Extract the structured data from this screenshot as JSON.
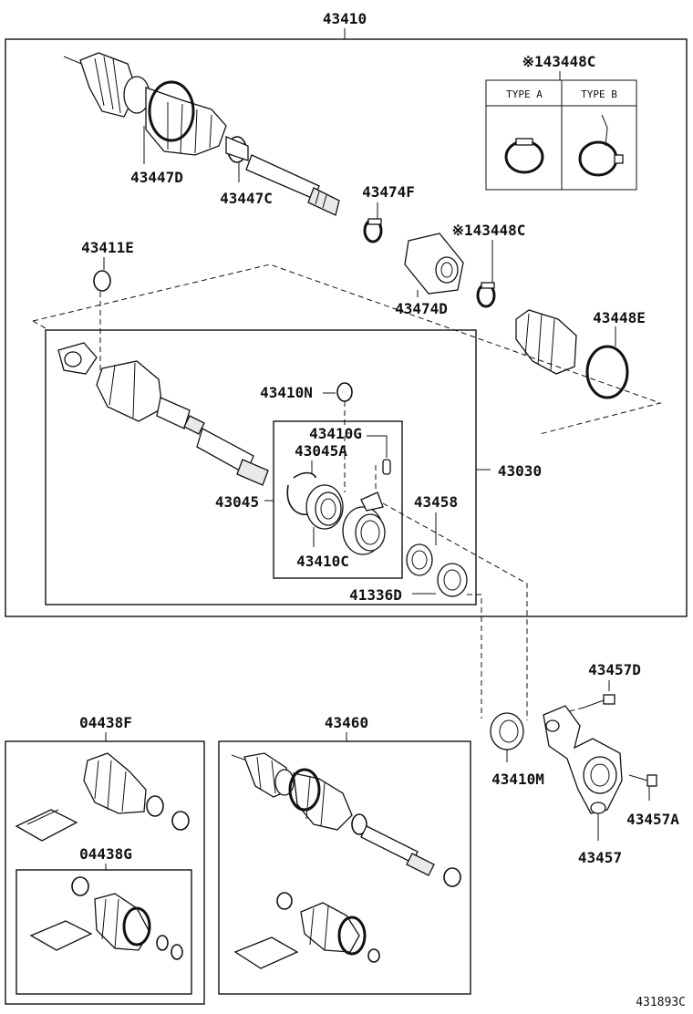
{
  "diagram_id": "431893C",
  "assemblies": {
    "main": "43410",
    "sub": "43030",
    "kit_right": "43460",
    "kit_left_outer": "04438F",
    "kit_left_inner": "04438G"
  },
  "type_table": {
    "title": "※143448C",
    "type_a": "TYPE A",
    "type_b": "TYPE B"
  },
  "parts": {
    "p43447D": "43447D",
    "p43447C": "43447C",
    "p43474F": "43474F",
    "p43448C": "※143448C",
    "p43474D": "43474D",
    "p43448E": "43448E",
    "p43411E": "43411E",
    "p43410N": "43410N",
    "p43410G": "43410G",
    "p43045A": "43045A",
    "p43045": "43045",
    "p43410C": "43410C",
    "p43458": "43458",
    "p41336D": "41336D",
    "p43457D": "43457D",
    "p43410M": "43410M",
    "p43457A": "43457A",
    "p43457": "43457"
  }
}
